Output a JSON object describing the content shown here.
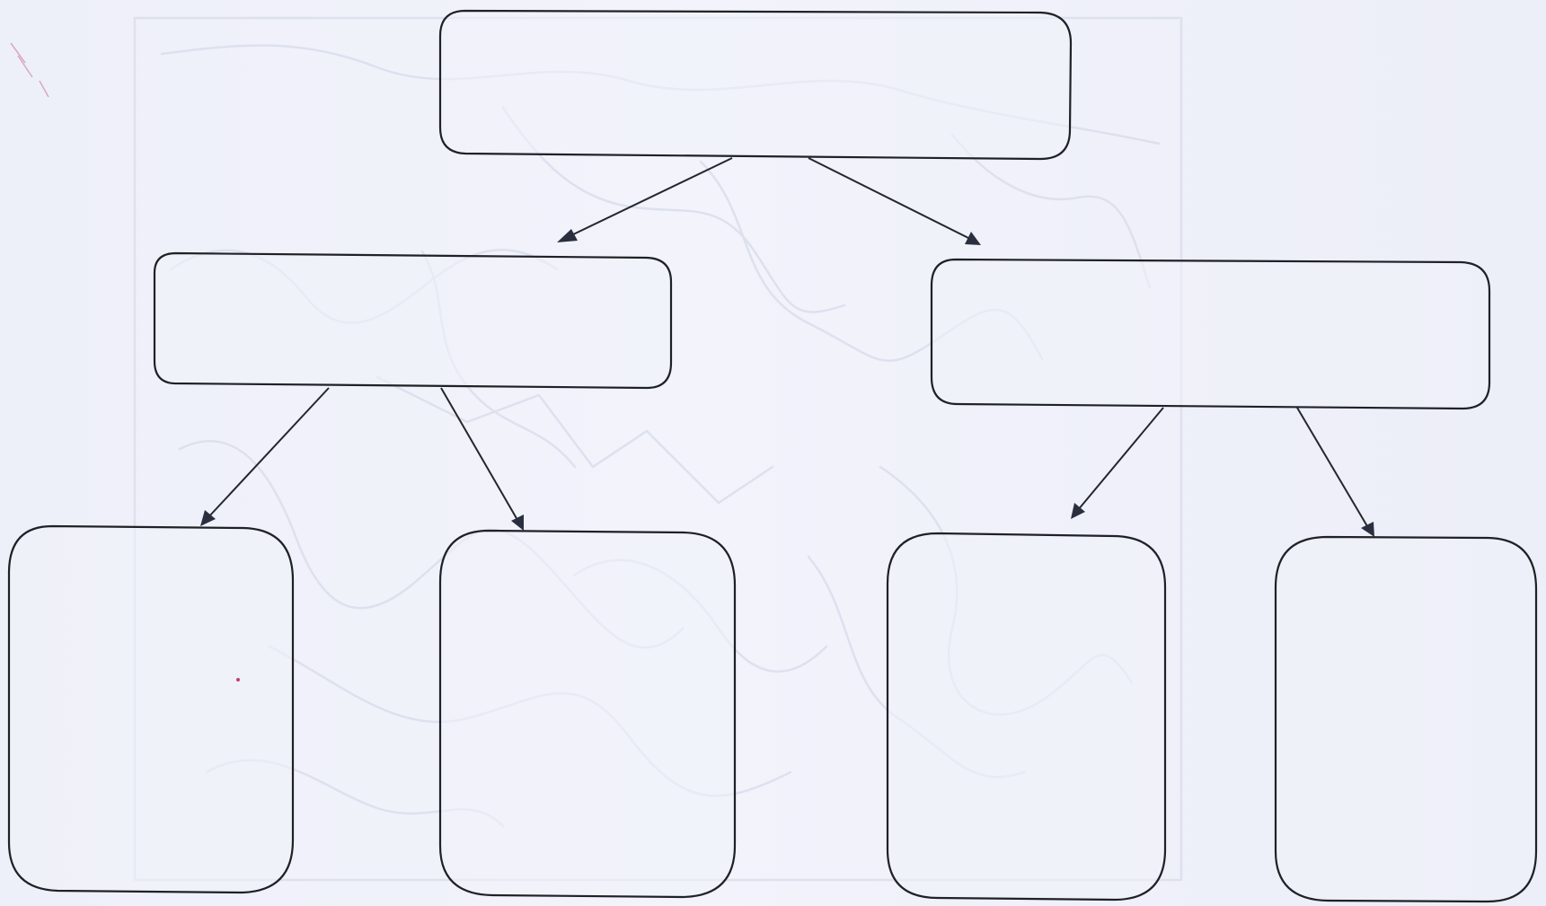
{
  "diagram": {
    "type": "blank-tree-chart",
    "levels": 3,
    "nodes": [
      {
        "id": "root",
        "text": ""
      },
      {
        "id": "left",
        "text": ""
      },
      {
        "id": "right",
        "text": ""
      },
      {
        "id": "left-left",
        "text": ""
      },
      {
        "id": "left-right",
        "text": ""
      },
      {
        "id": "right-left",
        "text": ""
      },
      {
        "id": "right-right",
        "text": ""
      }
    ],
    "edges": [
      [
        "root",
        "left"
      ],
      [
        "root",
        "right"
      ],
      [
        "left",
        "left-left"
      ],
      [
        "left",
        "left-right"
      ],
      [
        "right",
        "right-left"
      ],
      [
        "right",
        "right-right"
      ]
    ],
    "colors": {
      "box_stroke": "#1e2226",
      "arrow": "#23272b",
      "paper": "#eeeff8",
      "ghost_lines": "#dde1ee"
    }
  }
}
